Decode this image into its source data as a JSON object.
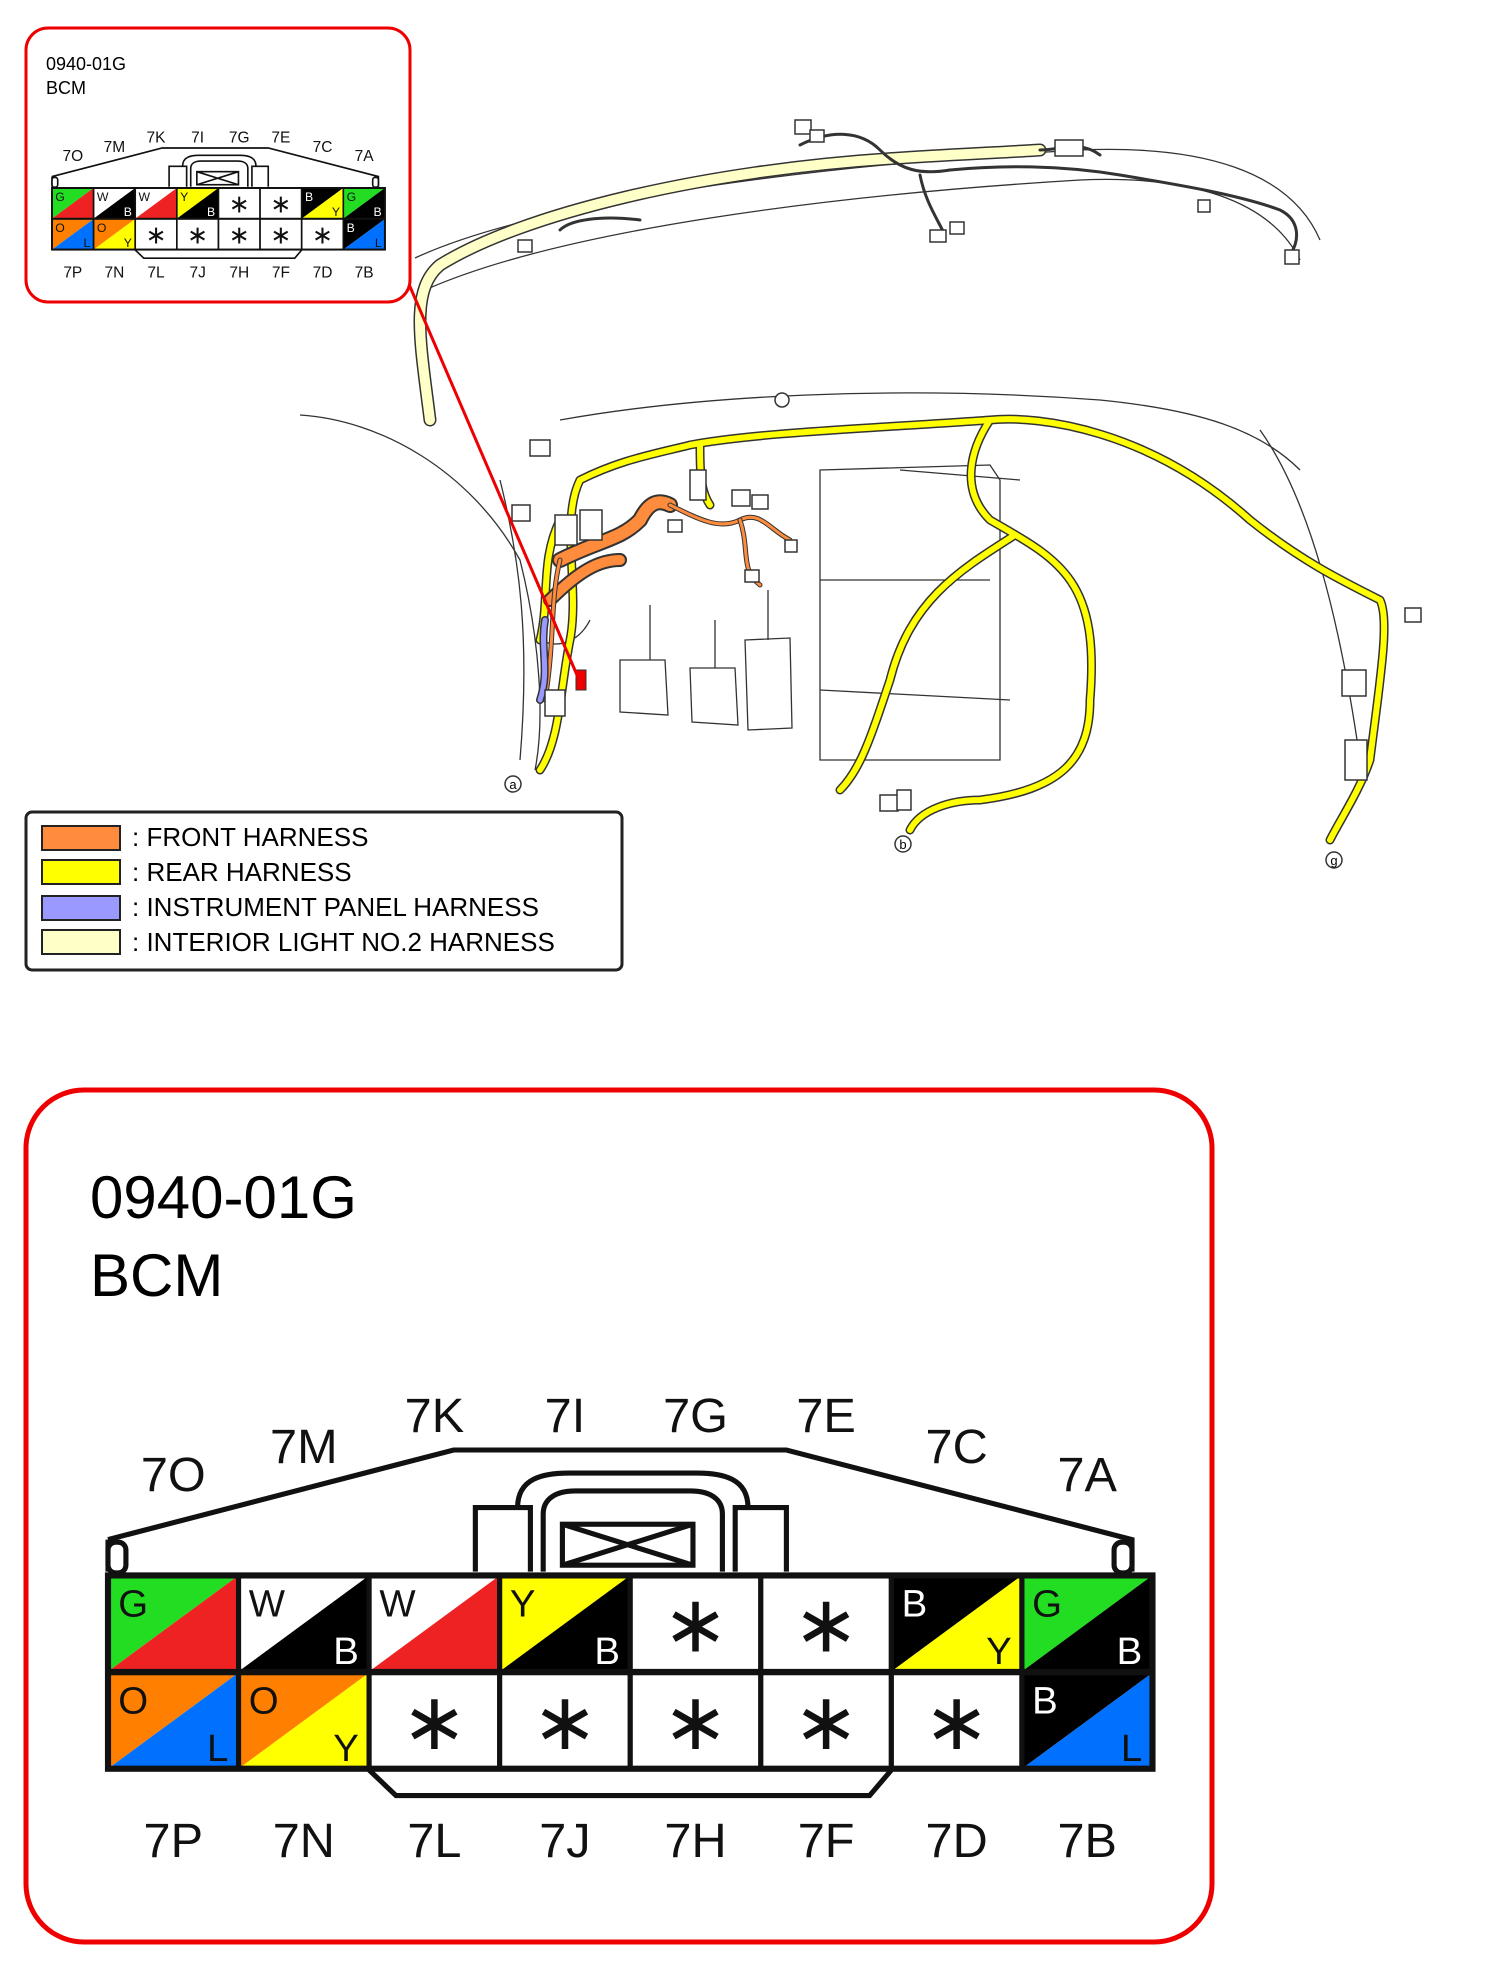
{
  "connector": {
    "code": "0940-01G",
    "name": "BCM",
    "top_labels": [
      "7O",
      "7M",
      "7K",
      "7I",
      "7G",
      "7E",
      "7C",
      "7A"
    ],
    "bottom_labels": [
      "7P",
      "7N",
      "7L",
      "7J",
      "7H",
      "7F",
      "7D",
      "7B"
    ],
    "top_row": [
      {
        "pin": "7O",
        "c1": "G",
        "c2": "R",
        "fill1": "#22dd22",
        "fill2": "#ee2222",
        "t2": "#ee2222"
      },
      {
        "pin": "7M",
        "c1": "W",
        "c2": "B",
        "fill1": "#ffffff",
        "fill2": "#000000",
        "t2": "#ffffff"
      },
      {
        "pin": "7K",
        "c1": "W",
        "c2": "R",
        "fill1": "#ffffff",
        "fill2": "#ee2222",
        "t2": "#ee2222"
      },
      {
        "pin": "7I",
        "c1": "Y",
        "c2": "B",
        "fill1": "#ffff00",
        "fill2": "#000000",
        "t2": "#ffffff"
      },
      {
        "pin": "7G",
        "empty": true
      },
      {
        "pin": "7E",
        "empty": true
      },
      {
        "pin": "7C",
        "c1": "B",
        "c2": "Y",
        "fill1": "#000000",
        "fill2": "#ffff00",
        "t1": "#ffffff"
      },
      {
        "pin": "7A",
        "c1": "G",
        "c2": "B",
        "fill1": "#22dd22",
        "fill2": "#000000",
        "t2": "#ffffff"
      }
    ],
    "bottom_row": [
      {
        "pin": "7P",
        "c1": "O",
        "c2": "L",
        "fill1": "#ff8000",
        "fill2": "#0070ff"
      },
      {
        "pin": "7N",
        "c1": "O",
        "c2": "Y",
        "fill1": "#ff8000",
        "fill2": "#ffff00"
      },
      {
        "pin": "7L",
        "empty": true
      },
      {
        "pin": "7J",
        "empty": true
      },
      {
        "pin": "7H",
        "empty": true
      },
      {
        "pin": "7F",
        "empty": true
      },
      {
        "pin": "7D",
        "empty": true
      },
      {
        "pin": "7B",
        "c1": "B",
        "c2": "L",
        "fill1": "#000000",
        "fill2": "#0070ff",
        "t1": "#ffffff"
      }
    ],
    "empty_symbol": "∗"
  },
  "legend": [
    {
      "label": ": FRONT HARNESS",
      "color": "#ff8c3c"
    },
    {
      "label": ": REAR HARNESS",
      "color": "#ffff00"
    },
    {
      "label": ": INSTRUMENT PANEL HARNESS",
      "color": "#9999ff"
    },
    {
      "label": ": INTERIOR LIGHT NO.2 HARNESS",
      "color": "#ffffc8"
    }
  ],
  "ground_points": [
    "a",
    "b",
    "g"
  ],
  "colors": {
    "callout_border": "#ee0000",
    "front": "#ff8c3c",
    "rear": "#ffff00",
    "instrument": "#9999ff",
    "interior": "#ffffc8"
  }
}
